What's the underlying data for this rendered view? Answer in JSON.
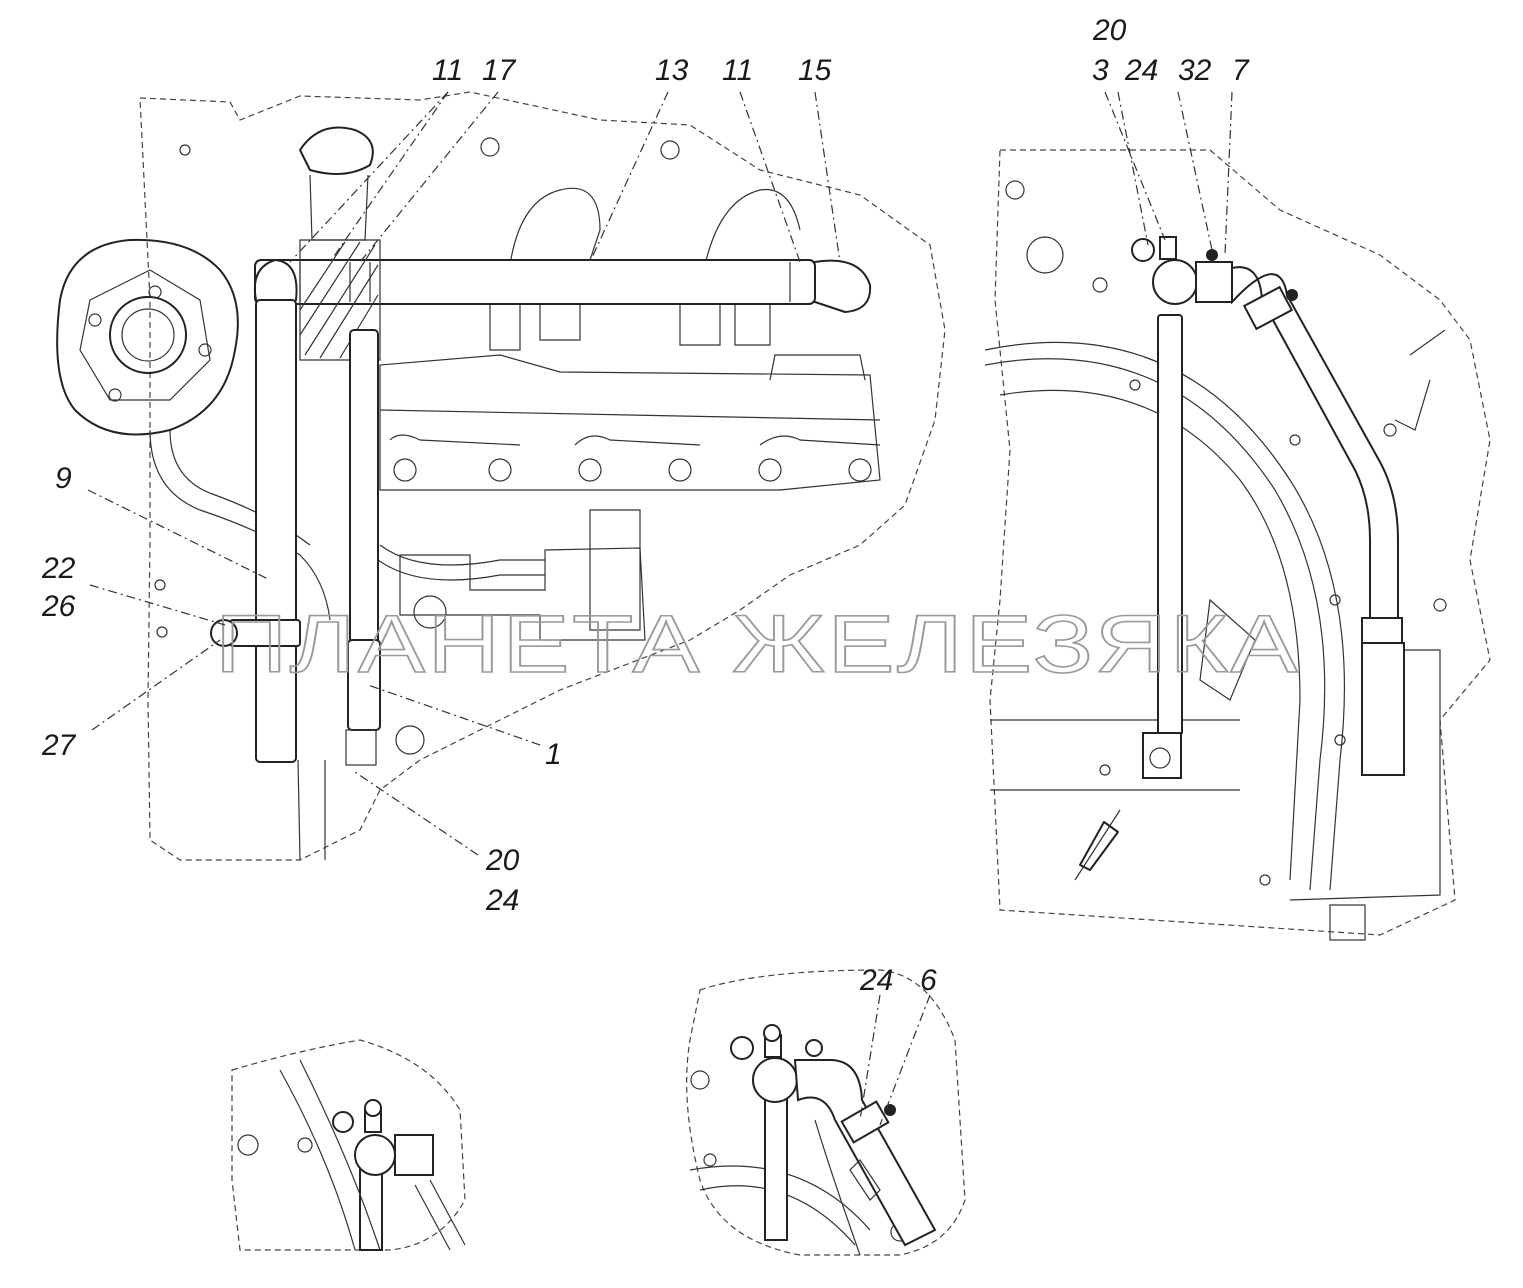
{
  "diagram": {
    "watermark": "ПЛАНЕТА ЖЕЛЕЗЯКА",
    "callouts_main": [
      "11",
      "17",
      "13",
      "11",
      "15",
      "9",
      "22",
      "26",
      "27",
      "1",
      "20",
      "24"
    ],
    "callouts_right": [
      "20",
      "3",
      "24",
      "32",
      "7"
    ],
    "callouts_detail": [
      "24",
      "6"
    ]
  }
}
